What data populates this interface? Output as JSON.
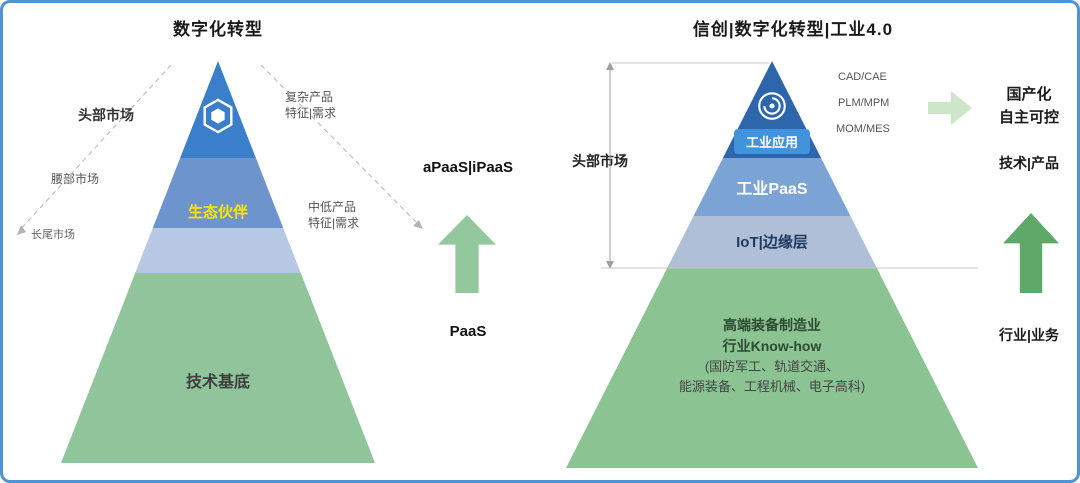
{
  "left": {
    "title": "数字化转型",
    "markets": [
      {
        "label": "头部市场"
      },
      {
        "label": "腰部市场"
      },
      {
        "label": "长尾市场"
      }
    ],
    "notes": [
      {
        "text": "复杂产品\n特征|需求"
      },
      {
        "text": "中低产品\n特征|需求"
      }
    ],
    "pyramid": {
      "partner": "生态伙伴",
      "base": "技术基底"
    },
    "side": {
      "top_label": "aPaaS|iPaaS",
      "bottom_label": "PaaS"
    }
  },
  "right": {
    "title": "信创|数字化转型|工业4.0",
    "market": "头部市场",
    "pyramid": {
      "app_label": "工业应用",
      "paas_label": "工业PaaS",
      "iot_label": "IoT|边缘层",
      "base_lines": [
        "高端装备制造业",
        "行业Know-how",
        "(国防军工、轨道交通、",
        "能源装备、工程机械、电子高科)"
      ]
    },
    "tech_notes": [
      "CAD/CAE",
      "PLM/MPM",
      "MOM/MES"
    ],
    "side": {
      "line1": "国产化",
      "line2": "自主可控",
      "tech_label": "技术|产品",
      "biz_label": "行业|业务"
    }
  },
  "colors": {
    "border_blue": "#4f93d2",
    "left_top_blue": "#3b7ec9",
    "left_mid_blue": "#6d94cd",
    "left_light_blue": "#b7c8e4",
    "left_green": "#90c49b",
    "right_top_blue": "#2e66ab",
    "right_mid_blue": "#7ba4d4",
    "right_gray_blue": "#aebfd7",
    "right_green": "#8cc392",
    "badge_blue": "#4193dc",
    "partner_yellow": "#ffe600",
    "arrow_green": "#93c89d",
    "arrow_green_light": "#cde5c8",
    "arrow_green_dark": "#5ea96a"
  }
}
